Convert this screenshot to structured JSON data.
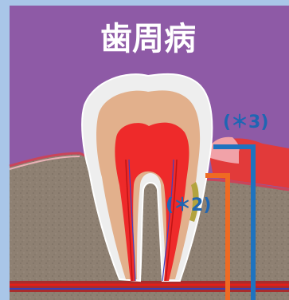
{
  "title": "歯周病",
  "callouts": {
    "c2": "(＊2)",
    "c3": "(＊3)"
  },
  "colors": {
    "frame": "#a9c6e8",
    "sky": "#8e5aa6",
    "gum": "#8e8072",
    "tooth_outer": "#eeeeee",
    "dentin": "#e2b08c",
    "pulp": "#ee2a2a",
    "callout_c2_line": "#ef6a22",
    "callout_c3_line": "#1e73bf",
    "callout_text": "#1f66b3"
  }
}
